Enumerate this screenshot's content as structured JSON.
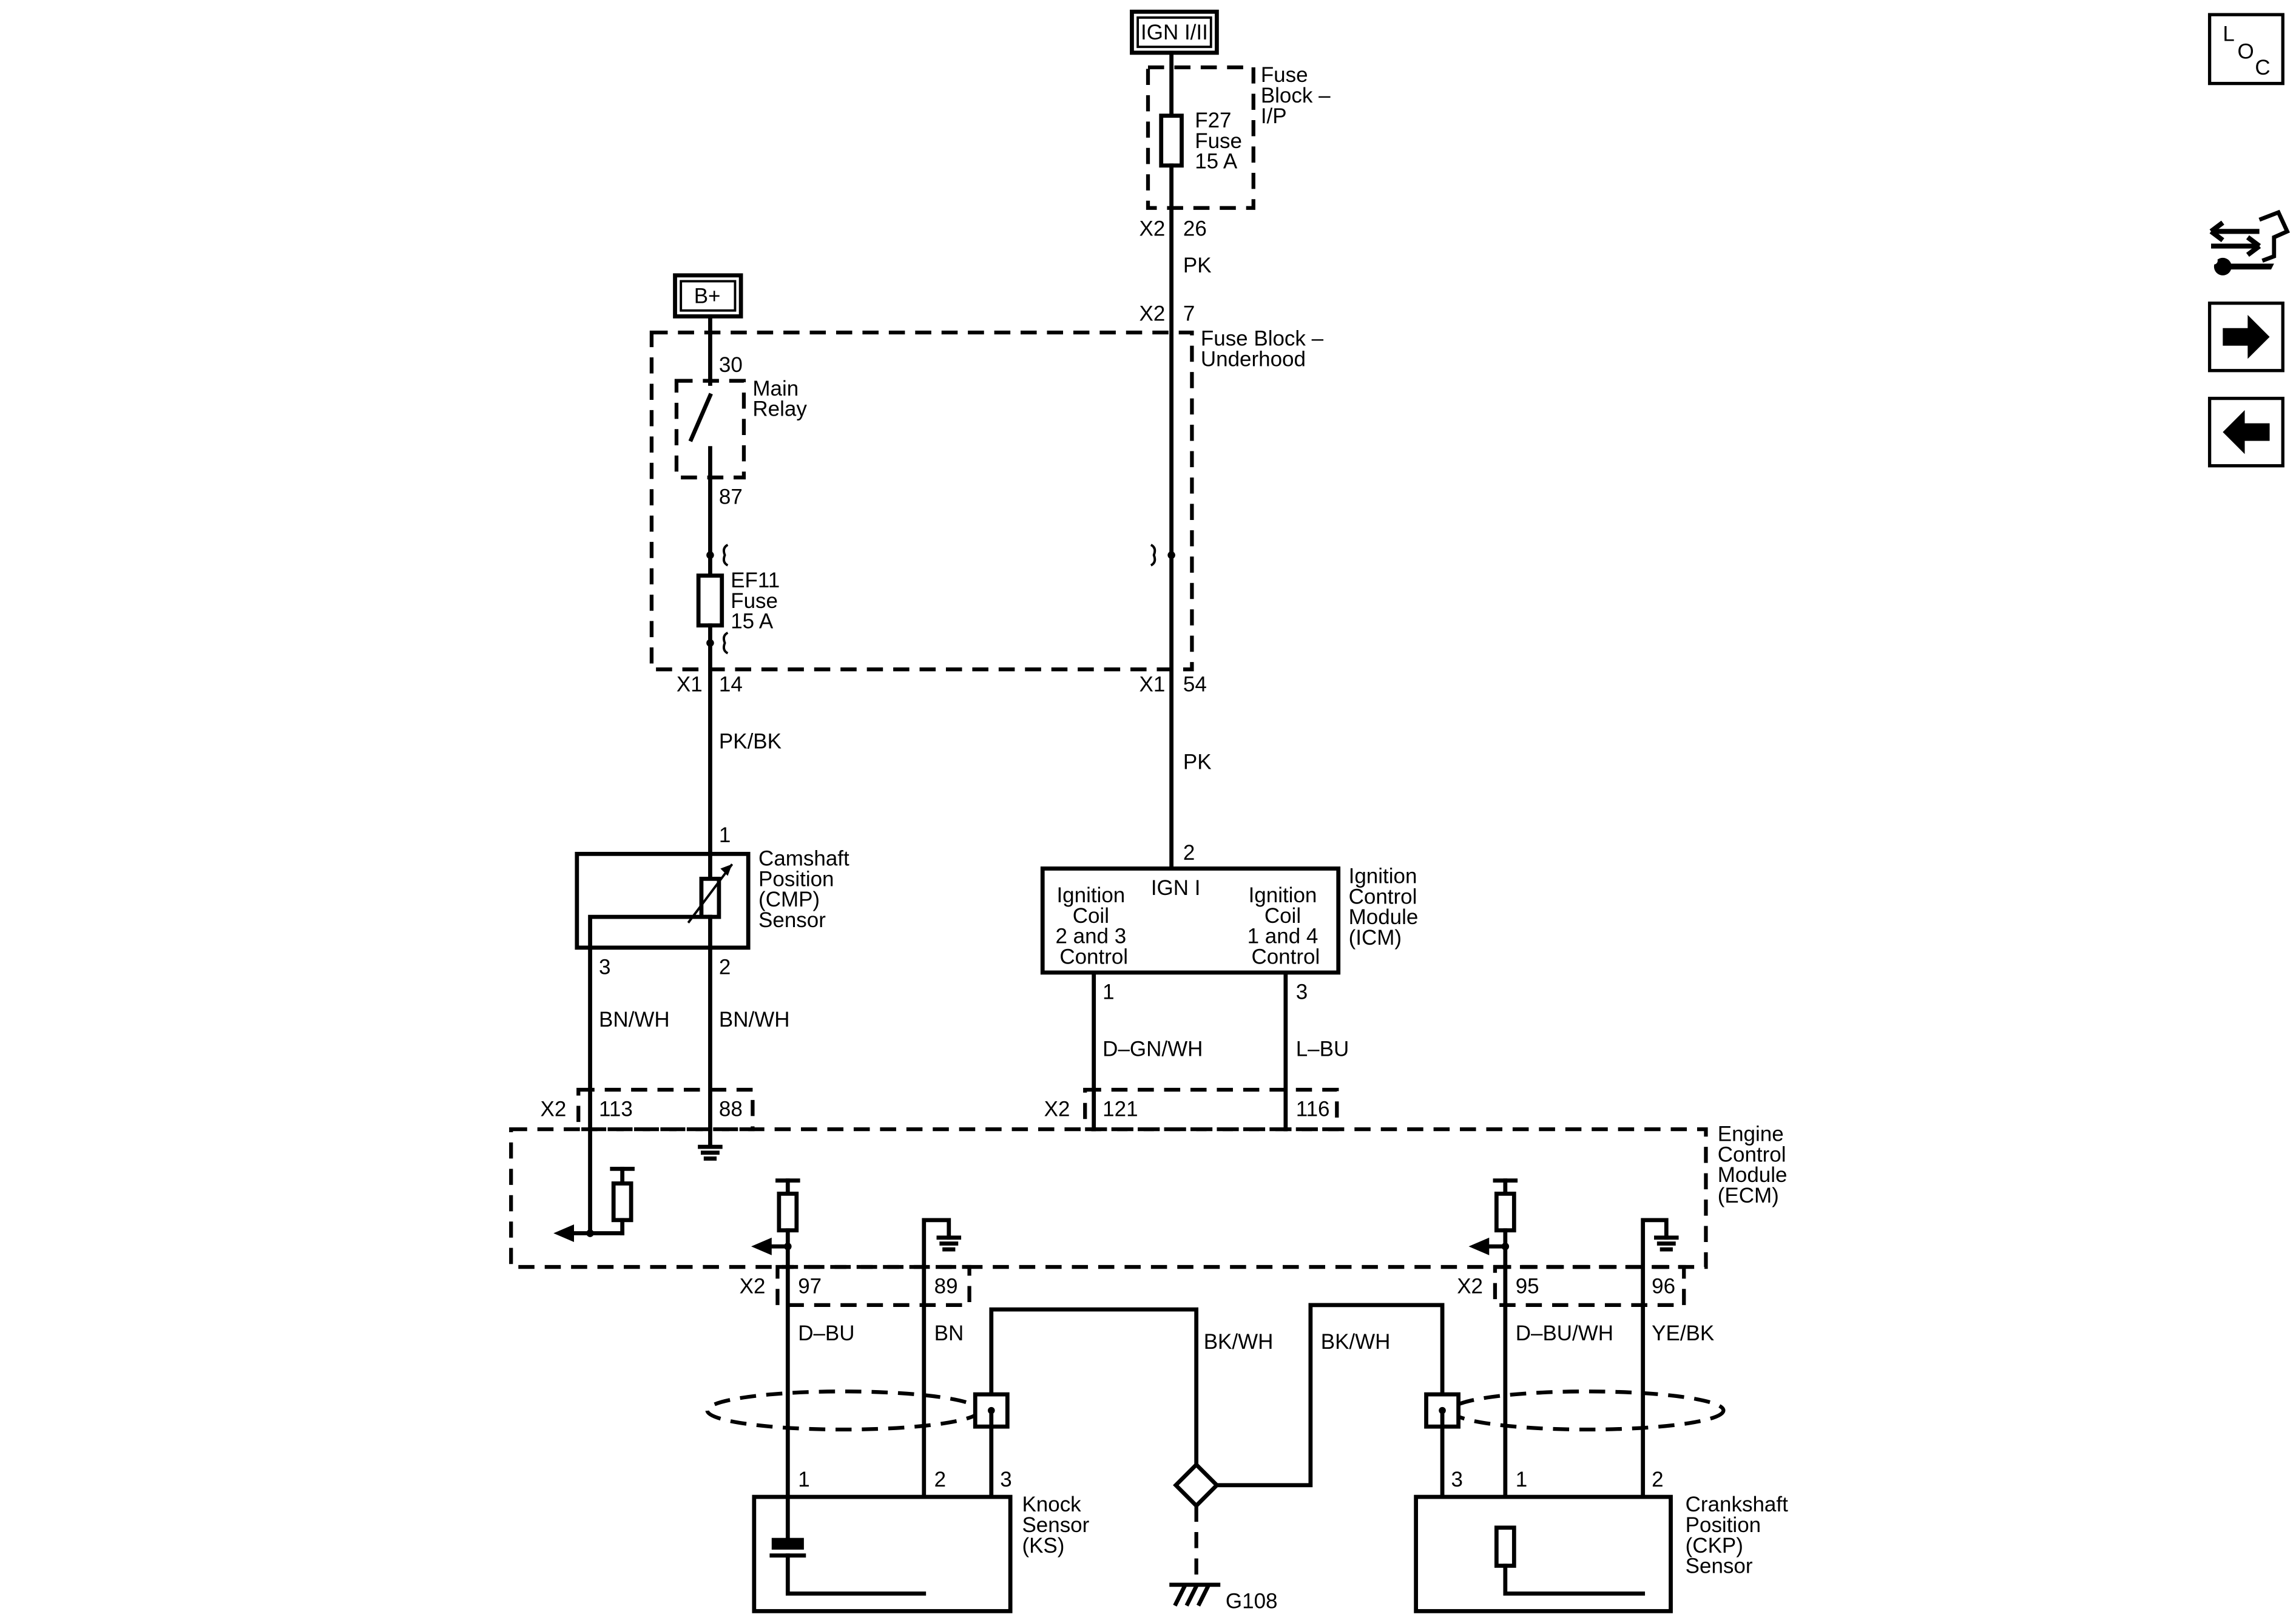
{
  "power": {
    "ign": "IGN I/II",
    "bplus": "B+"
  },
  "fuse_block_ip": {
    "label": [
      "Fuse",
      "Block –",
      "I/P"
    ],
    "fuse": [
      "F27",
      "Fuse",
      "15 A"
    ]
  },
  "fuse_block_uh": {
    "label": [
      "Fuse Block –",
      "Underhood"
    ],
    "fuse": [
      "EF11",
      "Fuse",
      "15 A"
    ]
  },
  "relay": {
    "label": [
      "Main",
      "Relay"
    ],
    "pin_in": "30",
    "pin_out": "87"
  },
  "connectors": {
    "x2_26": [
      "X2",
      "26"
    ],
    "x2_7": [
      "X2",
      "7"
    ],
    "x1_14": [
      "X1",
      "14"
    ],
    "x1_54": [
      "X1",
      "54"
    ],
    "x2_113": [
      "X2",
      "113"
    ],
    "p88": "88",
    "x2_121": [
      "X2",
      "121"
    ],
    "p116": "116",
    "x2_97": [
      "X2",
      "97"
    ],
    "p89": "89",
    "x2_95": [
      "X2",
      "95"
    ],
    "p96": "96"
  },
  "wires": {
    "pk1": "PK",
    "pk2": "PK",
    "pkbk": "PK/BK",
    "bnwh1": "BN/WH",
    "bnwh2": "BN/WH",
    "dgnwh": "D–GN/WH",
    "lbu": "L–BU",
    "dbu": "D–BU",
    "bn": "BN",
    "bkwh1": "BK/WH",
    "bkwh2": "BK/WH",
    "dbuwh": "D–BU/WH",
    "yebk": "YE/BK"
  },
  "cmp": {
    "label": [
      "Camshaft",
      "Position",
      "(CMP)",
      "Sensor"
    ],
    "pin1": "1",
    "pin2": "2",
    "pin3": "3"
  },
  "icm": {
    "label": [
      "Ignition",
      "Control",
      "Module",
      "(ICM)"
    ],
    "ign": "IGN I",
    "left": [
      "Ignition",
      "Coil",
      "2 and 3",
      "Control"
    ],
    "right": [
      "Ignition",
      "Coil",
      "1 and 4",
      "Control"
    ],
    "pin1": "1",
    "pin2": "2",
    "pin3": "3"
  },
  "ecm": {
    "label": [
      "Engine",
      "Control",
      "Module",
      "(ECM)"
    ]
  },
  "ks": {
    "label": [
      "Knock",
      "Sensor",
      "(KS)"
    ],
    "pin1": "1",
    "pin2": "2",
    "pin3": "3"
  },
  "ckp": {
    "label": [
      "Crankshaft",
      "Position",
      "(CKP)",
      "Sensor"
    ],
    "pin1": "1",
    "pin2": "2",
    "pin3": "3"
  },
  "ground": "G108",
  "nav": {
    "loc": [
      "L",
      "O",
      "C"
    ]
  }
}
